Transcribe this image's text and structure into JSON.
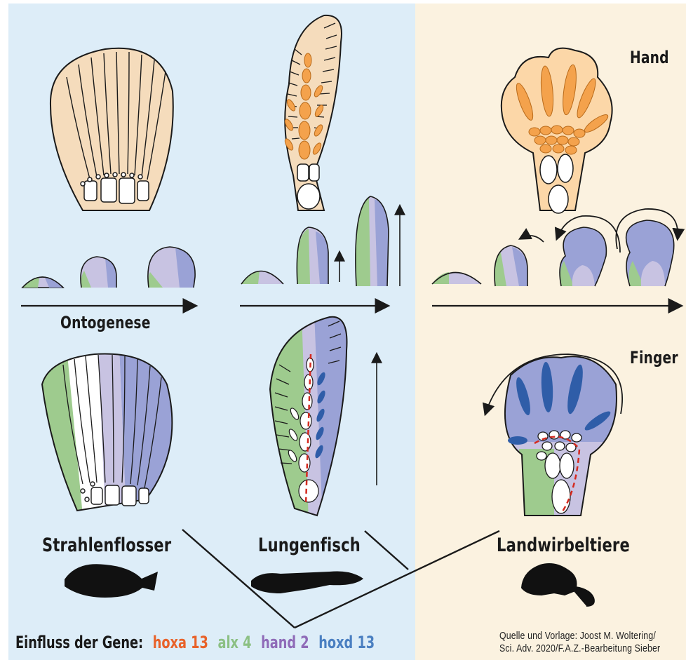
{
  "labels": {
    "hand": "Hand",
    "finger": "Finger",
    "ontogenese": "Ontogenese"
  },
  "groups": {
    "strahlenflosser": "Strahlenflosser",
    "lungenfisch": "Lungenfisch",
    "landwirbeltiere": "Landwirbeltiere"
  },
  "legend": {
    "title": "Einfluss der Gene:",
    "genes": [
      {
        "name": "hoxa 13",
        "color": "#e8622a"
      },
      {
        "name": "alx 4",
        "color": "#8cc084"
      },
      {
        "name": "hand 2",
        "color": "#8f6bb8"
      },
      {
        "name": "hoxd 13",
        "color": "#4a7fc1"
      }
    ]
  },
  "source": {
    "line1": "Quelle und Vorlage: Joost M. Woltering/",
    "line2": "Sci. Adv. 2020/F.A.Z.-Bearbeitung Sieber"
  },
  "colors": {
    "left_panel": "#ddedf8",
    "right_panel": "#fbf2e0",
    "fin_tan": "#f5dcbc",
    "orange_fill": "#f4a24c",
    "alx4_green": "#9ecb8e",
    "hand2_lilac": "#c8c3e2",
    "hoxd13_blue": "#9aa2d6",
    "dark_blue_bone": "#2f5da8",
    "red_dashed_axis": "#d42a1f"
  }
}
